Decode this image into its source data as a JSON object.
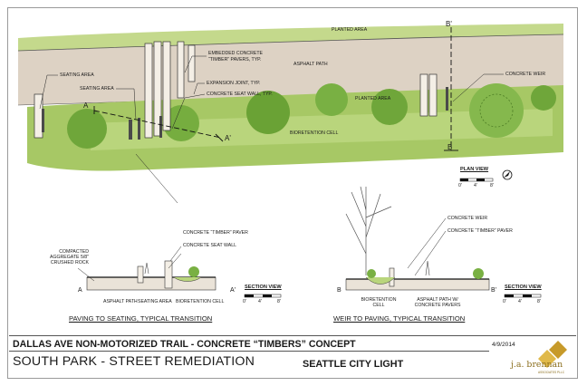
{
  "plan_labels": {
    "planted_area_top": "PLANTED AREA",
    "planted_area_mid": "PLANTED AREA",
    "asphalt_path": "ASPHALT PATH",
    "bioretention_cell": "BIORETENTION CELL",
    "seating_area_1": "SEATING AREA",
    "seating_area_2": "SEATING AREA",
    "timber_pavers_line1": "EMBEDDED CONCRETE",
    "timber_pavers_line2": "“TIMBER” PAVERS, TYP.",
    "expansion_joint": "EXPANSION JOINT, TYP.",
    "seat_wall": "CONCRETE SEAT WALL, TYP.",
    "concrete_weir": "CONCRETE WEIR",
    "section_a": "A",
    "section_a_prime": "A'",
    "section_b": "B",
    "section_b_prime": "B'"
  },
  "plan_view": {
    "title": "PLAN VIEW",
    "scale": [
      "0'",
      "4'",
      "8'"
    ]
  },
  "section_a": {
    "callout_paver": "CONCRETE “TIMBER” PAVER",
    "callout_seat_wall": "CONCRETE  SEAT WALL",
    "aggregate_line1": "COMPACTED",
    "aggregate_line2": "AGGREGATE 5/8\"",
    "aggregate_line3": "CRUSHED ROCK",
    "end_left": "A",
    "end_right": "A'",
    "bottom_asphalt": "ASPHALT PATH",
    "bottom_seating": "SEATING AREA",
    "bottom_bioretention": "BIORETENTION CELL",
    "section_view_title": "SECTION VIEW",
    "scale": [
      "0'",
      "4'",
      "8'"
    ],
    "title": "PAVING TO SEATING, TYPICAL TRANSITION"
  },
  "section_b": {
    "callout_weir": "CONCRETE WEIR",
    "callout_paver": "CONCRETE “TIMBER” PAVER",
    "end_left": "B",
    "end_right": "B'",
    "bottom_bioretention_line1": "BIORETENTION",
    "bottom_bioretention_line2": "CELL",
    "bottom_asphalt_line1": "ASPHALT PATH W/",
    "bottom_asphalt_line2": "CONCRETE PAVERS",
    "section_view_title": "SECTION VIEW",
    "scale": [
      "0'",
      "4'",
      "8'"
    ],
    "title": "WEIR TO PAVING, TYPICAL TRANSITION"
  },
  "title_block": {
    "project": "DALLAS AVE NON-MOTORIZED TRAIL - CONCRETE “TIMBERS” CONCEPT",
    "date": "4/9/2014",
    "subtitle": "SOUTH PARK - STREET REMEDIATION",
    "client": "SEATTLE CITY LIGHT",
    "firm": "j.a. brennan",
    "firm_tagline": "ASSOCIATES PLLC"
  },
  "colors": {
    "asphalt": "#ddd2c4",
    "planting_green": "#9cc25a",
    "tree_dark": "#5f9a33",
    "logo_gold": "#c79a2a"
  }
}
